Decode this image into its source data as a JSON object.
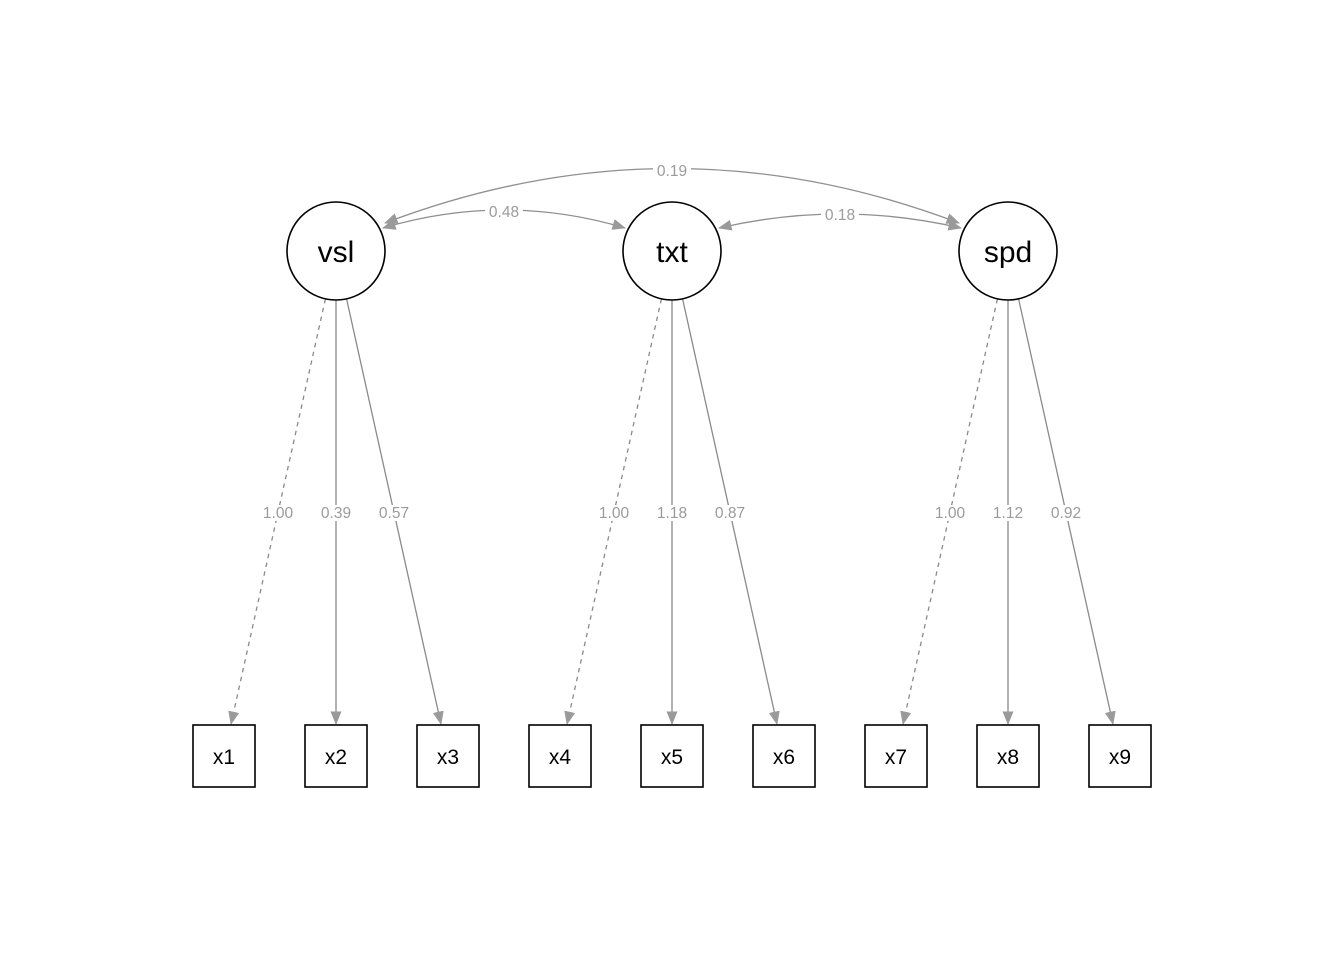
{
  "diagram": {
    "type": "sem-path-diagram",
    "background": "#ffffff",
    "colors": {
      "node_border": "#000000",
      "node_fill": "#ffffff",
      "node_text": "#000000",
      "edge": "#8a8a8a",
      "arrowhead": "#9a9a9a",
      "edge_label": "#9b9b9b"
    },
    "latent_nodes": [
      {
        "id": "vsl",
        "label": "vsl"
      },
      {
        "id": "txt",
        "label": "txt"
      },
      {
        "id": "spd",
        "label": "spd"
      }
    ],
    "manifest_nodes": [
      {
        "id": "x1",
        "label": "x1"
      },
      {
        "id": "x2",
        "label": "x2"
      },
      {
        "id": "x3",
        "label": "x3"
      },
      {
        "id": "x4",
        "label": "x4"
      },
      {
        "id": "x5",
        "label": "x5"
      },
      {
        "id": "x6",
        "label": "x6"
      },
      {
        "id": "x7",
        "label": "x7"
      },
      {
        "id": "x8",
        "label": "x8"
      },
      {
        "id": "x9",
        "label": "x9"
      }
    ],
    "loadings": [
      {
        "from": "vsl",
        "to": "x1",
        "label": "1.00",
        "style": "dashed"
      },
      {
        "from": "vsl",
        "to": "x2",
        "label": "0.39",
        "style": "solid"
      },
      {
        "from": "vsl",
        "to": "x3",
        "label": "0.57",
        "style": "solid"
      },
      {
        "from": "txt",
        "to": "x4",
        "label": "1.00",
        "style": "dashed"
      },
      {
        "from": "txt",
        "to": "x5",
        "label": "1.18",
        "style": "solid"
      },
      {
        "from": "txt",
        "to": "x6",
        "label": "0.87",
        "style": "solid"
      },
      {
        "from": "spd",
        "to": "x7",
        "label": "1.00",
        "style": "dashed"
      },
      {
        "from": "spd",
        "to": "x8",
        "label": "1.12",
        "style": "solid"
      },
      {
        "from": "spd",
        "to": "x9",
        "label": "0.92",
        "style": "solid"
      }
    ],
    "covariances": [
      {
        "between": [
          "vsl",
          "txt"
        ],
        "label": "0.48"
      },
      {
        "between": [
          "txt",
          "spd"
        ],
        "label": "0.18"
      },
      {
        "between": [
          "vsl",
          "spd"
        ],
        "label": "0.19"
      }
    ]
  }
}
